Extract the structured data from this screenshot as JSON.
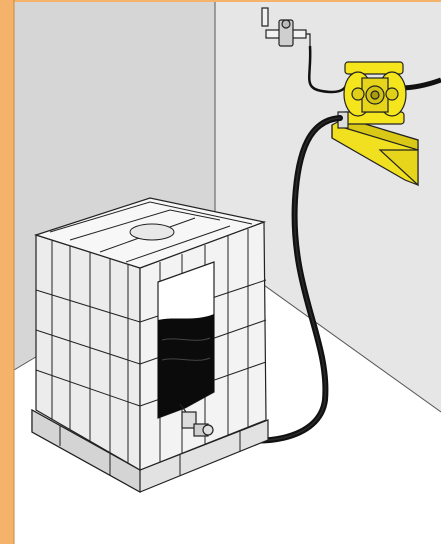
{
  "illustration": {
    "frame_color": "#f5b26b",
    "wall_color": "#dadada",
    "wall_right_color": "#e4e4e4",
    "floor_color": "#ffffff",
    "tank_color": "#efefef",
    "liquid_color": "#0b0b0b",
    "pump_color": "#f4e51c",
    "hose_color": "#111111",
    "objects": [
      "ibc-tank",
      "double-diaphragm-pump",
      "wall-bracket",
      "air-regulator",
      "suction-hose",
      "air-hose"
    ]
  }
}
